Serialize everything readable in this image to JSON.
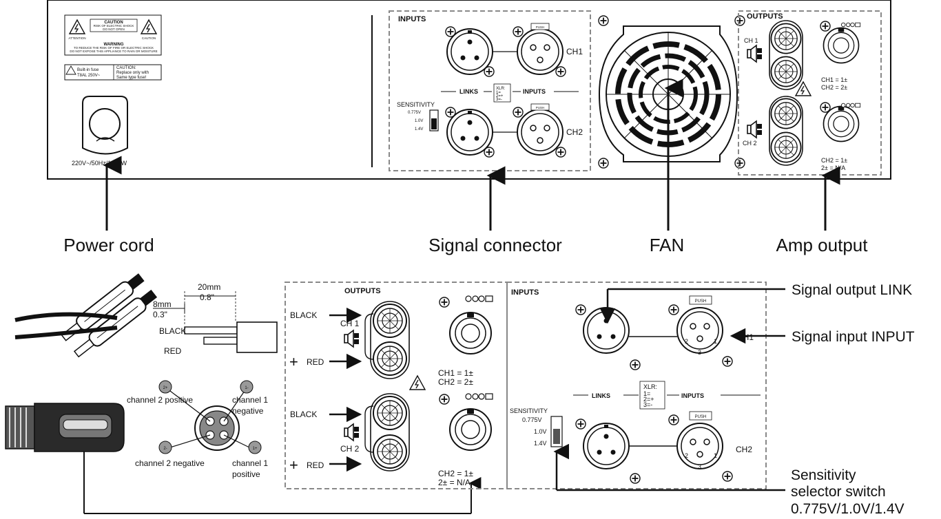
{
  "callouts": {
    "power_cord": "Power cord",
    "signal_connector": "Signal connector",
    "fan": "FAN",
    "amp_output": "Amp output",
    "signal_output_link": "Signal output LINK",
    "signal_input_input": "Signal input INPUT",
    "sensitivity_line1": "Sensitivity",
    "sensitivity_line2": "selector switch",
    "sensitivity_line3": "0.775V/1.0V/1.4V"
  },
  "rear_panel": {
    "caution_title": "CAUTION",
    "caution_sub1": "RISK OF ELECTRIC SHOCK",
    "caution_sub2": "DO NOT OPEN",
    "attention": "ATTENTION",
    "caution_right": "CAUTION",
    "warning_title": "WARNING",
    "warning_line1": "TO REDUCE THE RISK OF FIRE OR ELECTRIC SHOCK",
    "warning_line2": "DO NOT EXPOSE THIS APPLIANCE TO RAIN OR MOISTURE",
    "fuse_line1": "Built-in fuse",
    "fuse_line2": "T8AL 250V~",
    "fuse_caution1": "CAUTION:",
    "fuse_caution2": "Replace only with",
    "fuse_caution3": "Same type fuse!",
    "power_rating": "220V~/50Hz/1100W",
    "inputs": "INPUTS",
    "outputs": "OUTPUTS",
    "ch1": "CH1",
    "ch2": "CH2",
    "ch1_spaced": "CH 1",
    "ch2_spaced": "CH 2",
    "links": "LINKS",
    "inputs_row": "INPUTS",
    "xlr_title": "XLR:",
    "xlr_1": "1=",
    "xlr_2": "2=+",
    "xlr_3": "3=-",
    "sensitivity": "SENSITIVITY",
    "sens_0775": "0.775V",
    "sens_10": "1.0V",
    "sens_14": "1.4V",
    "push": "PUSH",
    "out_ch1_pins1": "CH1 = 1±",
    "out_ch1_pins2": "CH2 = 2±",
    "out_ch2_pins1": "CH2 = 1±",
    "out_ch2_pins2": "2± = N/A"
  },
  "detail": {
    "dim_20mm": "20mm",
    "dim_08": "0.8\"",
    "dim_8mm": "8mm",
    "dim_03": "0.3\"",
    "black": "BLACK",
    "red": "RED",
    "ch2_positive": "channel 2 positive",
    "ch1_negative_1": "channel 1",
    "ch1_negative_2": "negative",
    "ch2_negative": "channel 2 negative",
    "ch1_positive_1": "channel 1",
    "ch1_positive_2": "positive",
    "pin_2p": "2+",
    "pin_1m": "1-",
    "pin_2m": "2-",
    "pin_1p": "1+",
    "outputs": "OUTPUTS",
    "inputs": "INPUTS",
    "ch1": "CH 1",
    "ch2": "CH 2",
    "black_label": "BLACK",
    "red_label": "RED",
    "plus": "+",
    "ch1_pins1": "CH1 = 1±",
    "ch1_pins2": "CH2 = 2±",
    "ch2_pins1": "CH2 = 1±",
    "ch2_pins2": "2± = N/A",
    "links": "LINKS",
    "inputs_row": "INPUTS",
    "xlr_title": "XLR:",
    "xlr_1": "1=",
    "xlr_2": "2=+",
    "xlr_3": "3=-",
    "sensitivity": "SENSITIVITY",
    "sens_0775": "0.775V",
    "sens_10": "1.0V",
    "sens_14": "1.4V",
    "push": "PUSH",
    "ch1_label": "CH1",
    "ch2_label": "CH2",
    "pin1": "1",
    "pin2": "2",
    "pin3": "3"
  }
}
